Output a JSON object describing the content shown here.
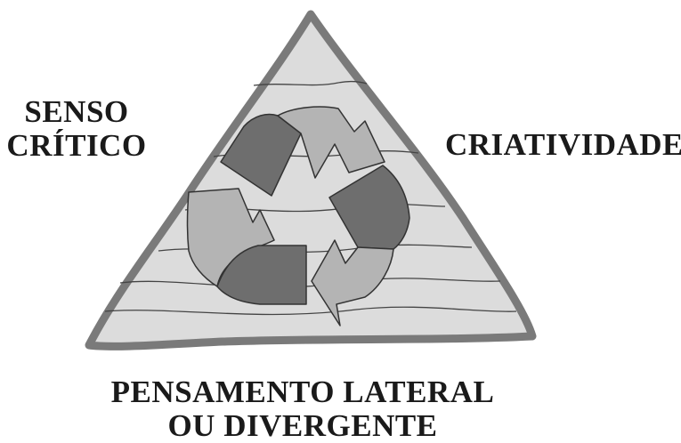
{
  "diagram": {
    "vertex_left": {
      "line1": "SENSO",
      "line2": "CRÍTICO"
    },
    "vertex_right": {
      "line1": "CRIATIVIDADE"
    },
    "vertex_bottom": {
      "line1": "PENSAMENTO LATERAL",
      "line2": "OU DIVERGENTE"
    },
    "icon": "recycle-icon",
    "colors": {
      "triangle_fill": "#dcdcdc",
      "triangle_border": "#7a7a7a",
      "arrow_dark": "#6e6e6e",
      "arrow_light": "#b4b4b4",
      "text": "#1a1a1a"
    }
  }
}
